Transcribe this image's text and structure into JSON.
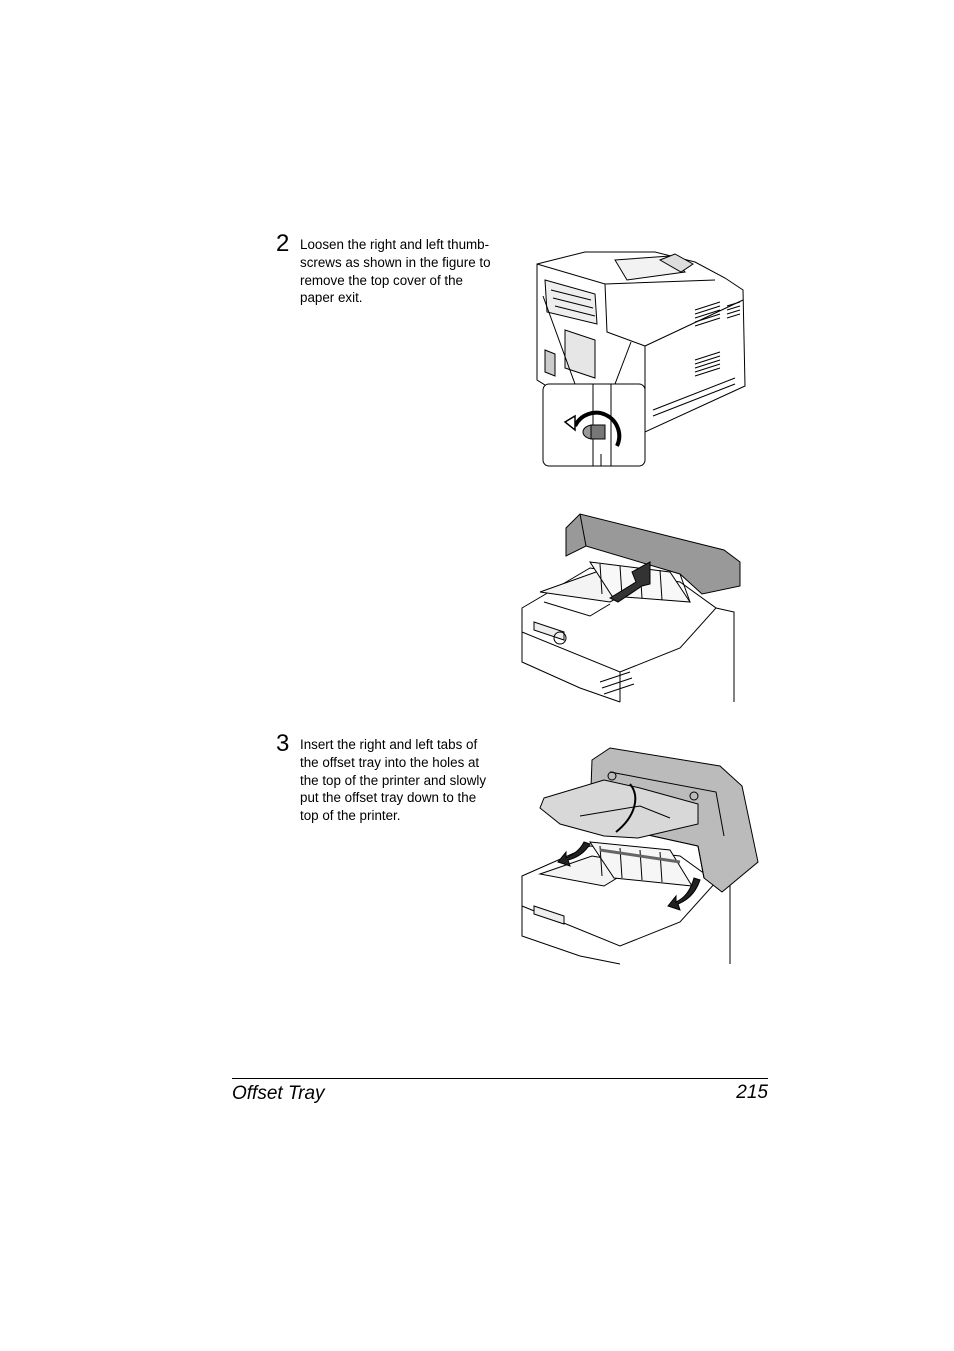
{
  "steps": [
    {
      "number": "2",
      "lines": [
        "Loosen the right and left thumb-",
        "screws as shown in the figure to",
        "remove the top cover of the",
        "paper exit."
      ]
    },
    {
      "number": "3",
      "lines": [
        "Insert the right and left tabs of",
        "the offset tray into the holes at",
        "the top of the printer and slowly",
        "put the offset tray down to the",
        "top of the printer."
      ]
    }
  ],
  "figures": {
    "thumbscrew": "printer-rear-thumbscrew-illustration",
    "cover_removal": "top-cover-removal-illustration",
    "tray_install": "offset-tray-installation-illustration"
  },
  "footer": {
    "section_title": "Offset Tray",
    "page_number": "215"
  }
}
